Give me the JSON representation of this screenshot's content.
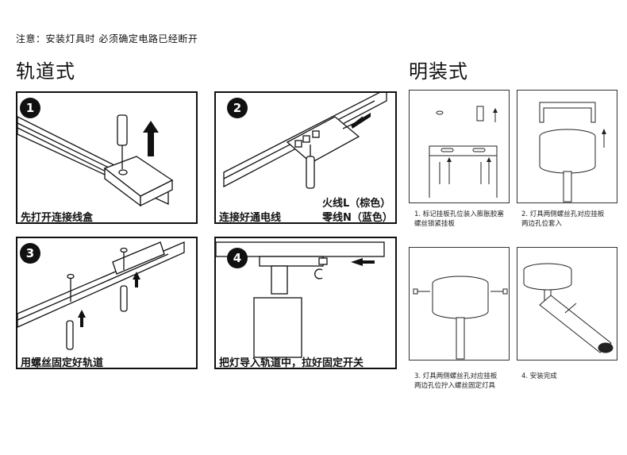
{
  "notice": "注意：安装灯具时 必须确定电路已经断开",
  "sections": {
    "track": "轨道式",
    "surface": "明装式"
  },
  "track_steps": [
    {
      "number": "1",
      "caption": "先打开连接线盒"
    },
    {
      "number": "2",
      "caption": "连接好通电线",
      "wire_live": "火线L（棕色）",
      "wire_neutral": "零线N（蓝色）"
    },
    {
      "number": "3",
      "caption": "用螺丝固定好轨道"
    },
    {
      "number": "4",
      "caption": "把灯导入轨道中，拉好固定开关"
    }
  ],
  "surface_steps": [
    {
      "caption_1": "1.  标记挂板孔位装入膨胀胶塞",
      "caption_2": "螺丝锁紧挂板"
    },
    {
      "caption_1": "2.  灯具两侧螺丝孔对应挂板",
      "caption_2": "两边孔位套入"
    },
    {
      "caption_1": "3.  灯具两侧螺丝孔对应挂板",
      "caption_2": "两边孔位拧入螺丝固定灯具"
    },
    {
      "caption_1": "4.  安装完成",
      "caption_2": ""
    }
  ]
}
